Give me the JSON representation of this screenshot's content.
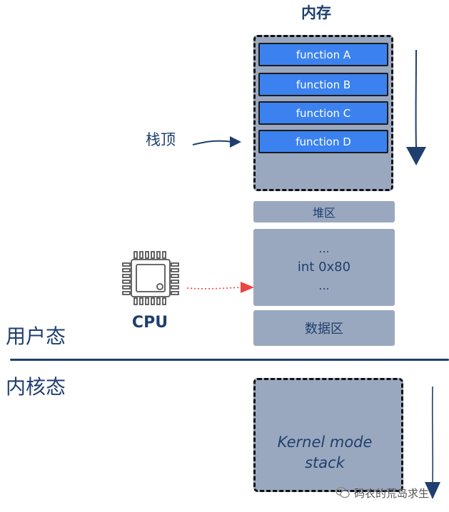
{
  "diagram": {
    "title": "内存",
    "stack_frames": [
      "function A",
      "function B",
      "function C",
      "function D"
    ],
    "stack_top_label": "栈顶",
    "heap_label": "堆区",
    "middle_segment": {
      "line1": "...",
      "line2": "int 0x80",
      "line3": "..."
    },
    "data_label": "数据区",
    "cpu_label": "CPU",
    "user_mode_label": "用户态",
    "kernel_mode_label": "内核态",
    "kernel_stack": {
      "line1": "Kernel mode",
      "line2": "stack"
    }
  },
  "watermark": {
    "text": "码农的荒岛求生",
    "icon": "wechat-icon"
  },
  "colors": {
    "navy": "#1f3f6e",
    "block_gray": "#9aa8bf",
    "function_blue": "#3b82f0",
    "cpu_arrow_red": "#ee4444"
  }
}
